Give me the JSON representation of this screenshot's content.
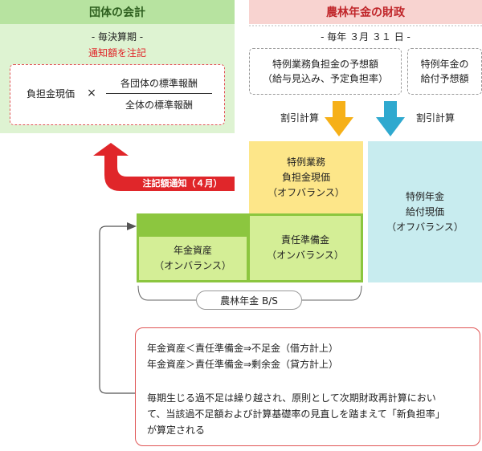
{
  "left": {
    "header": "団体の会計",
    "subheading": "- 毎決算期 -",
    "note": "通知額を注記",
    "formula": {
      "lhs": "負担金現価",
      "times": "×",
      "numerator": "各団体の標準報酬",
      "denominator": "全体の標準報酬"
    }
  },
  "right": {
    "header": "農林年金の財政",
    "subheading": "- 毎年 ３月 ３１ 日 -",
    "estimate_1": [
      "特例業務負担金の予想額",
      "（給与見込み、予定負担率）"
    ],
    "estimate_2": [
      "特例年金の",
      "給付予想額"
    ],
    "calc_label": "割引計算",
    "pv_1": [
      "特例業務",
      "負担金現価",
      "（オフバランス）"
    ],
    "pv_2": [
      "特例年金",
      "給付現価",
      "（オフバランス）"
    ]
  },
  "notice_label": "注記額通知（４月）",
  "balance_sheet": {
    "assets": [
      "年金資産",
      "（オンバランス）"
    ],
    "liabilities": [
      "責任準備金",
      "（オンバランス）"
    ],
    "label": "農林年金 B/S"
  },
  "note_lines": [
    "年金資産＜責任準備金⇒不足金（借方計上）",
    "年金資産＞責任準備金⇒剰余金（貸方計上）",
    "毎期生じる過不足は繰り越され、原則として次期財政再計算におい",
    "て、当該過不足額および計算基礎率の見直しを踏まえて「新負担率」",
    "が算定される"
  ],
  "colors": {
    "left_bg": "#def3d2",
    "right_header_bg": "#f8d3d0",
    "accent_red": "#e0262a",
    "orange_arrow": "#f6b018",
    "blue_arrow": "#2fa9cf",
    "bs_green": "#8cc63f"
  }
}
